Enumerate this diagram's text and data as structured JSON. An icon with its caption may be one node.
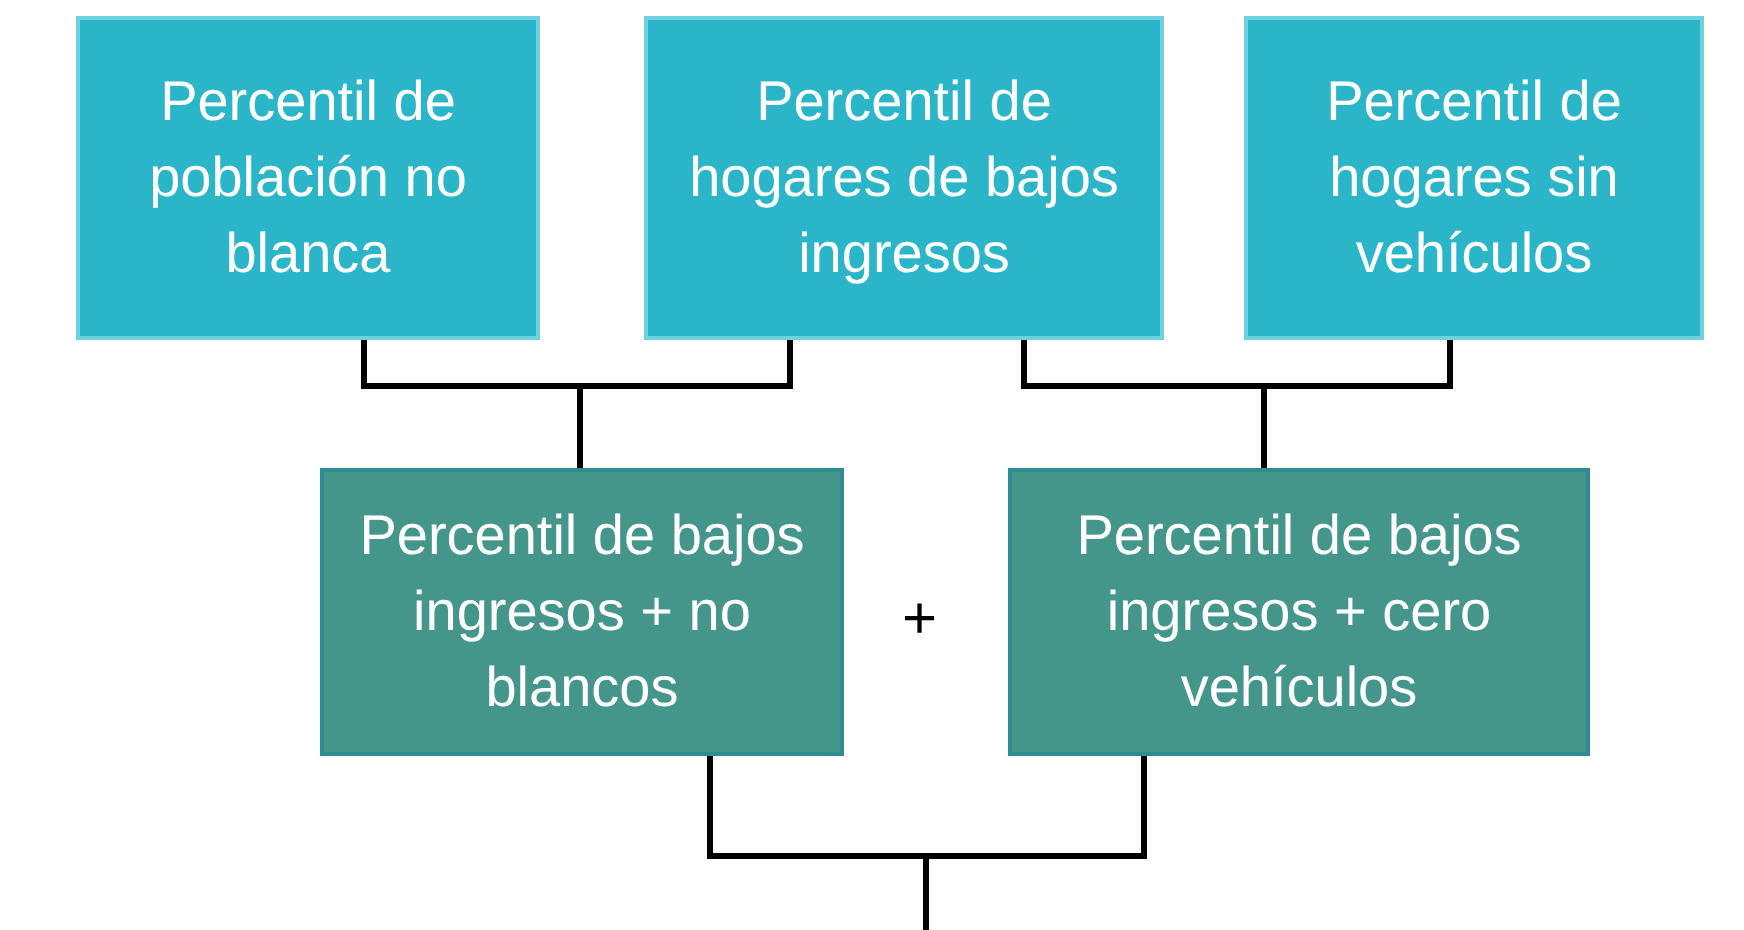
{
  "diagram": {
    "nodes": [
      {
        "text": [
          "Percentil de población no blanca"
        ]
      },
      {
        "text": [
          "Percentil de hogares de bajos ingresos"
        ]
      },
      {
        "text": [
          "Percentil de hogares sin vehículos"
        ]
      },
      {
        "text": [
          "Percentil de bajos ingresos + no blancos"
        ]
      },
      {
        "text": [
          "Percentil de bajos ingresos + cero vehículos"
        ]
      }
    ],
    "edges": [
      {
        "from": 0,
        "to": 3,
        "arrow": "none"
      },
      {
        "from": 1,
        "to": 3,
        "arrow": "none"
      },
      {
        "from": 1,
        "to": 4,
        "arrow": "none"
      },
      {
        "from": 2,
        "to": 4,
        "arrow": "none"
      },
      {
        "from": 3,
        "to": null,
        "arrow": "none"
      },
      {
        "from": 4,
        "to": null,
        "arrow": "none"
      }
    ],
    "labels": [
      "+"
    ]
  }
}
